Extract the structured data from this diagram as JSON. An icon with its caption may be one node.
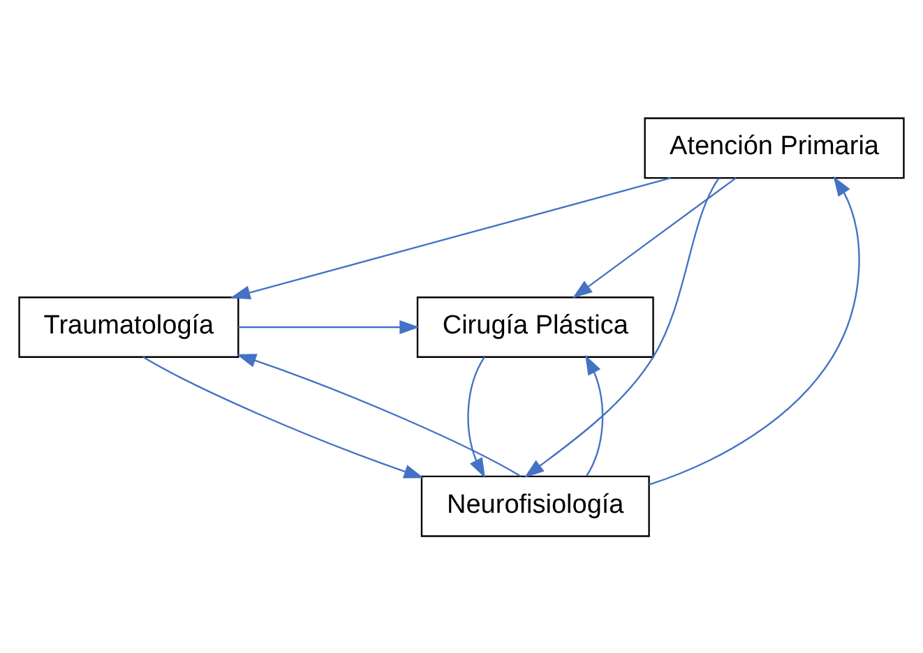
{
  "diagram": {
    "nodes": [
      {
        "text": [
          "Atención Primaria"
        ]
      },
      {
        "text": [
          "Traumatología"
        ]
      },
      {
        "text": [
          "Cirugía Plástica"
        ]
      },
      {
        "text": [
          "Neurofisiología"
        ]
      }
    ],
    "edges": [
      {
        "from": 0,
        "to": 1,
        "arrow": "to",
        "color": "#4472c4"
      },
      {
        "from": 0,
        "to": 3,
        "arrow": "to",
        "color": "#4472c4"
      },
      {
        "from": 3,
        "to": 0,
        "arrow": "to",
        "color": "#4472c4"
      },
      {
        "from": 0,
        "to": 2,
        "arrow": "to",
        "color": "#4472c4"
      },
      {
        "from": 1,
        "to": 2,
        "arrow": "to",
        "color": "#4472c4"
      },
      {
        "from": 1,
        "to": 3,
        "arrow": "to",
        "color": "#4472c4"
      },
      {
        "from": 3,
        "to": 1,
        "arrow": "to",
        "color": "#4472c4"
      },
      {
        "from": 2,
        "to": 3,
        "arrow": "to",
        "color": "#4472c4"
      },
      {
        "from": 3,
        "to": 2,
        "arrow": "to",
        "color": "#4472c4"
      }
    ]
  }
}
